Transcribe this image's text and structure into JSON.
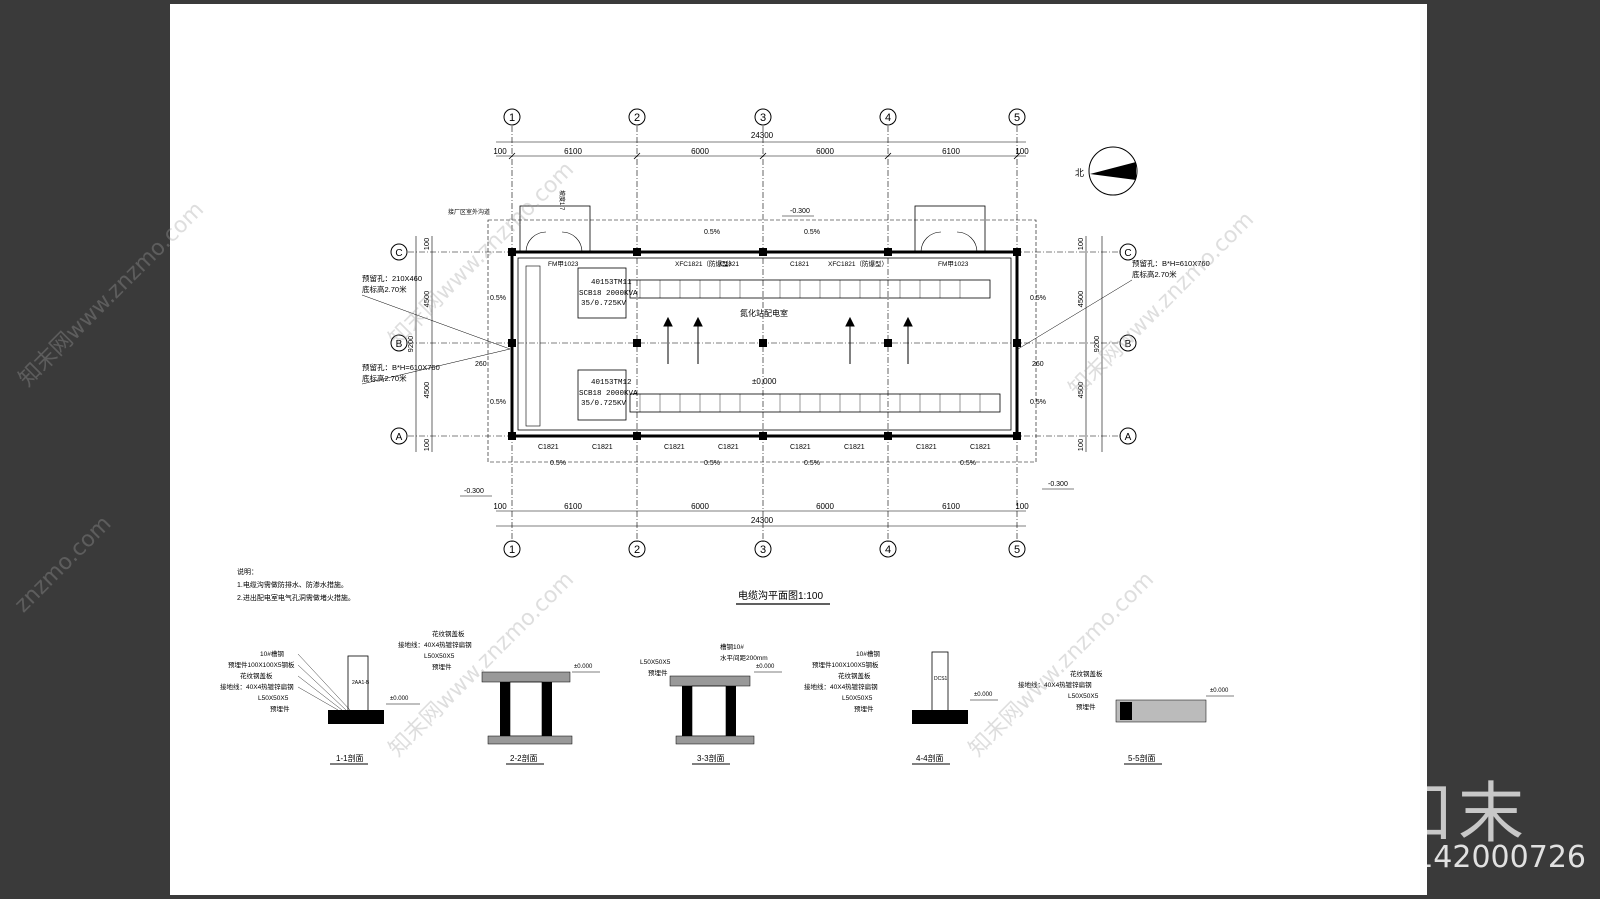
{
  "plan_title": "电缆沟平面图1:100",
  "axes_columns": [
    "1",
    "2",
    "3",
    "4",
    "5"
  ],
  "axes_rows": [
    "A",
    "B",
    "C"
  ],
  "dims_top": {
    "total": "24300",
    "edge": "100",
    "spans": [
      "6100",
      "6000",
      "6000",
      "6100"
    ]
  },
  "dims_bottom": {
    "total": "24300",
    "edge": "100",
    "spans": [
      "6100",
      "6000",
      "6000",
      "6100"
    ]
  },
  "dims_side": {
    "total": "9200",
    "half": "4500",
    "edge": "100",
    "offset": "260"
  },
  "north_label": "北",
  "levels": {
    "outdoor": "-0.300",
    "floor": "±0.000"
  },
  "slope": "0.5%",
  "transformers": [
    {
      "name": "40153TM11",
      "model": "SCB18 2000KVA",
      "voltage": "35/0.725KV"
    },
    {
      "name": "40153TM12",
      "model": "SCB18 2000KVA",
      "voltage": "35/0.725KV"
    }
  ],
  "room_label": "氮化站配电室",
  "windows": [
    "C1821",
    "C1821",
    "C1821",
    "C1821",
    "C1821",
    "C1821",
    "C1821",
    "C1821"
  ],
  "top_labels": [
    "FM甲1023",
    "XFC1821（防爆型）",
    "C1821",
    "C1821",
    "XFC1821（防爆型）",
    "FM甲1023"
  ],
  "reserved_holes": [
    {
      "size": "预留孔：210X460",
      "height": "底标高2.70米"
    },
    {
      "size": "预留孔：B*H=610X760",
      "height": "底标高2.70米"
    },
    {
      "size": "预留孔：B*H=610X760",
      "height": "底标高2.70米"
    }
  ],
  "door_note": "接厂区室外沟道",
  "notes": {
    "heading": "说明：",
    "items": [
      "1.电缆沟需做防排水、防渗水措施。",
      "2.进出配电室电气孔洞需做堵火措施。"
    ]
  },
  "sections": [
    {
      "title": "1-1剖面",
      "labels": [
        "10#槽钢",
        "预埋件100X100X5钢板",
        "花纹钢盖板",
        "接地线：40X4热镀锌扁钢",
        "L50X50X5",
        "预埋件"
      ],
      "level": "±0.000"
    },
    {
      "title": "2-2剖面",
      "labels": [
        "花纹钢盖板",
        "接地线：40X4热镀锌扁钢",
        "L50X50X5",
        "预埋件"
      ],
      "level": "±0.000"
    },
    {
      "title": "3-3剖面",
      "labels": [
        "槽钢10#",
        "水平间距200mm",
        "L50X50X5",
        "预埋件"
      ],
      "level": "±0.000"
    },
    {
      "title": "4-4剖面",
      "labels": [
        "10#槽钢",
        "预埋件100X100X5钢板",
        "花纹钢盖板",
        "接地线：40X4热镀锌扁钢",
        "L50X50X5",
        "预埋件"
      ],
      "level": "±0.000"
    },
    {
      "title": "5-5剖面",
      "labels": [
        "花纹钢盖板",
        "接地线：40X4热镀锌扁钢",
        "L50X50X5",
        "预埋件"
      ],
      "level": "±0.000"
    }
  ],
  "watermark": {
    "brand": "知末",
    "id": "ID: 1142000726",
    "site": "znzmo.com",
    "site_full": "知末网www.znzmo.com"
  }
}
